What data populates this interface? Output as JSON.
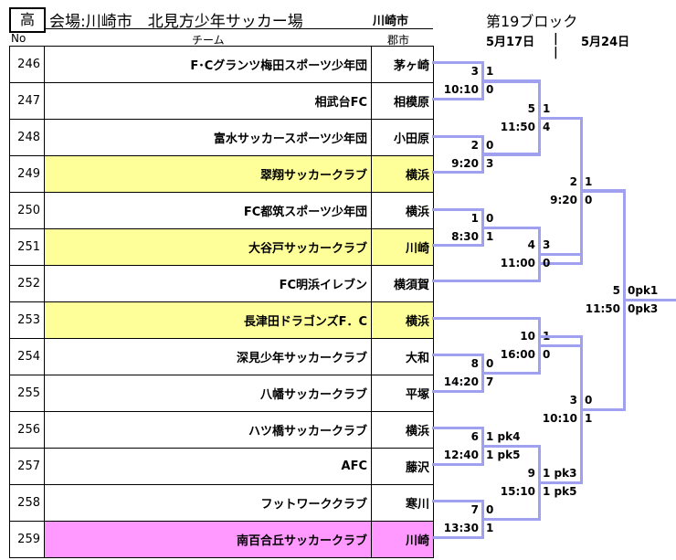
{
  "header": {
    "category": "高",
    "title": "会場:川崎市　北見方少年サッカー場",
    "city": "川崎市",
    "block": "第19ブロック",
    "col_no": "No",
    "col_team": "チーム",
    "col_city": "郡市",
    "date1": "5月17日",
    "date2": "5月24日",
    "sep": "|"
  },
  "teams": [
    {
      "no": "246",
      "name": "F･Cグランツ梅田スポーツ少年団",
      "city": "茅ヶ崎",
      "hl": ""
    },
    {
      "no": "247",
      "name": "相武台FC",
      "city": "相模原",
      "hl": ""
    },
    {
      "no": "248",
      "name": "富水サッカースポーツ少年団",
      "city": "小田原",
      "hl": ""
    },
    {
      "no": "249",
      "name": "翠翔サッカークラブ",
      "city": "横浜",
      "hl": "y"
    },
    {
      "no": "250",
      "name": "FC都筑スポーツ少年団",
      "city": "横浜",
      "hl": ""
    },
    {
      "no": "251",
      "name": "大谷戸サッカークラブ",
      "city": "川崎",
      "hl": "y"
    },
    {
      "no": "252",
      "name": "FC明浜イレブン",
      "city": "横須賀",
      "hl": ""
    },
    {
      "no": "253",
      "name": "長津田ドラゴンズF．C",
      "city": "横浜",
      "hl": "y"
    },
    {
      "no": "254",
      "name": "深見少年サッカークラブ",
      "city": "大和",
      "hl": ""
    },
    {
      "no": "255",
      "name": "八幡サッカークラブ",
      "city": "平塚",
      "hl": ""
    },
    {
      "no": "256",
      "name": "ハツ橋サッカークラブ",
      "city": "横浜",
      "hl": ""
    },
    {
      "no": "257",
      "name": "AFC",
      "city": "藤沢",
      "hl": ""
    },
    {
      "no": "258",
      "name": "フットワーククラブ",
      "city": "寒川",
      "hl": ""
    },
    {
      "no": "259",
      "name": "南百合丘サッカークラブ",
      "city": "川崎",
      "hl": "p"
    }
  ],
  "matches": [
    {
      "no": "3",
      "time": "10:10",
      "s1": "1",
      "s2": "0"
    },
    {
      "no": "5",
      "time": "11:50",
      "s1": "1",
      "s2": "4"
    },
    {
      "no": "2",
      "time": "9:20",
      "s1": "0",
      "s2": "3"
    },
    {
      "no": "2",
      "time": "9:20",
      "s1": "1",
      "s2": "0"
    },
    {
      "no": "1",
      "time": "8:30",
      "s1": "0",
      "s2": "1"
    },
    {
      "no": "4",
      "time": "11:00",
      "s1": "3",
      "s2": "0"
    },
    {
      "no": "5",
      "time": "11:50",
      "s1": "0pk1",
      "s2": "0pk3"
    },
    {
      "no": "10",
      "time": "16:00",
      "s1": "1",
      "s2": "0"
    },
    {
      "no": "8",
      "time": "14:20",
      "s1": "0",
      "s2": "7"
    },
    {
      "no": "3",
      "time": "10:10",
      "s1": "0",
      "s2": "1"
    },
    {
      "no": "6",
      "time": "12:40",
      "s1": "1 pk4",
      "s2": "1 pk5"
    },
    {
      "no": "9",
      "time": "15:10",
      "s1": "1 pk3",
      "s2": "1 pk5"
    },
    {
      "no": "7",
      "time": "13:30",
      "s1": "0",
      "s2": "1"
    }
  ],
  "bracket_color": "#a0a0f0"
}
